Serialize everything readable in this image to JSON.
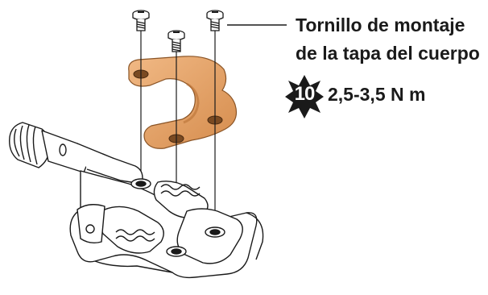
{
  "callout": {
    "line1": "Tornillo de montaje",
    "line2": "de la tapa del cuerpo"
  },
  "torque": {
    "tool_size": "10",
    "value": "2,5-3,5 N m"
  },
  "colors": {
    "cover_plate": "#e8a56a",
    "cover_shadow": "#c98547",
    "line_art": "#1a1a1a",
    "badge": "#1a1a1a"
  },
  "icons": {
    "torque_badge": "hex-key-star-icon",
    "screws": "screw-icon"
  }
}
